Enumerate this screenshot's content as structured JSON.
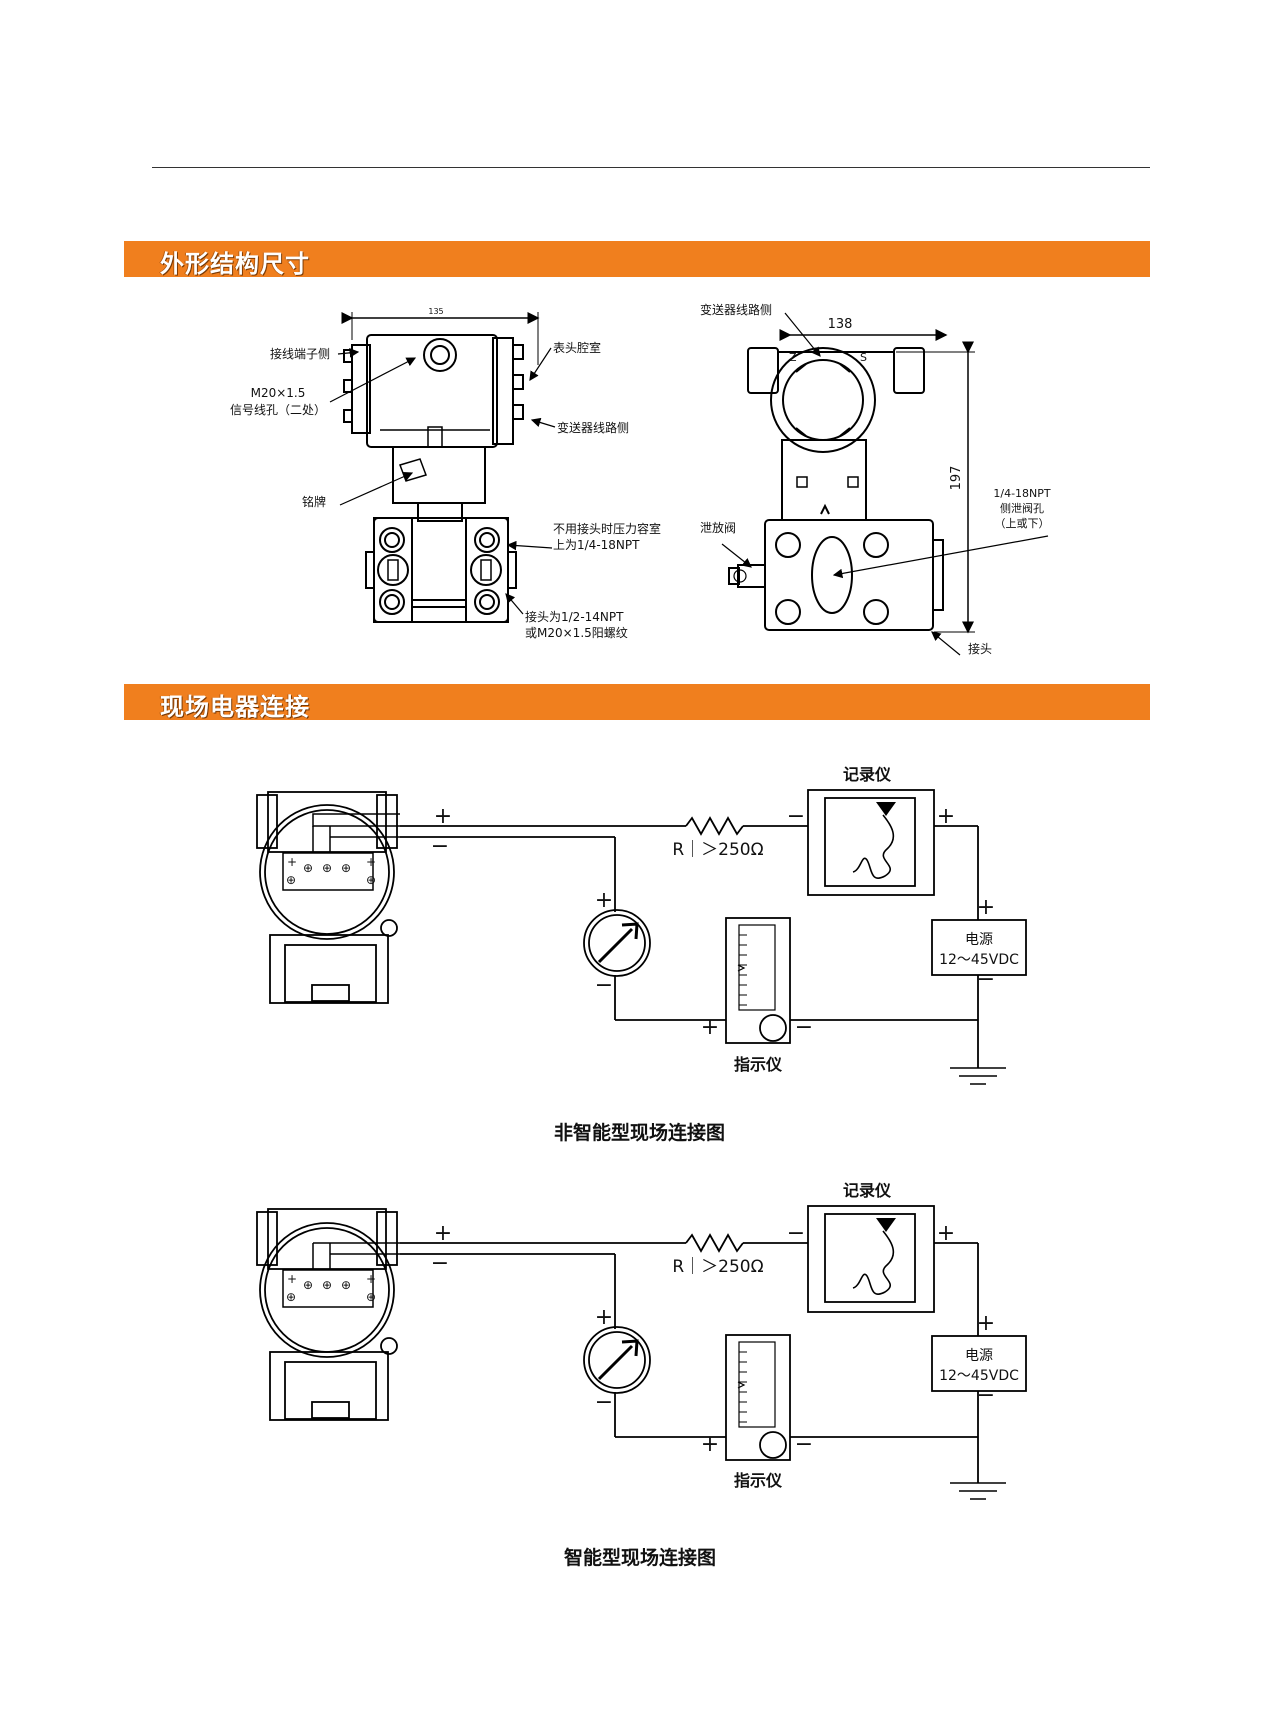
{
  "sections": {
    "dimensions_title": "外形结构尺寸",
    "wiring_title": "现场电器连接"
  },
  "dim_left": {
    "top_dim": "135",
    "terminal_side": "接线端子侧",
    "m20_line1": "M20×1.5",
    "m20_line2": "信号线孔（二处）",
    "meter_chamber": "表头腔室",
    "circuit_side": "变送器线路侧",
    "nameplate": "铭牌",
    "pressure_note1": "不用接头时压力容室",
    "pressure_note2": "上为1/4-18NPT",
    "fitting_note1": "接头为1/2-14NPT",
    "fitting_note2": "或M20×1.5阳螺纹"
  },
  "dim_right": {
    "circuit_side": "变送器线路侧",
    "width_dim": "138",
    "height_dim": "197",
    "z_mark": "Z",
    "s_mark": "S",
    "vent_valve": "泄放阀",
    "drain_line1": "1/4-18NPT",
    "drain_line2": "侧泄阀孔",
    "drain_line3": "（上或下）",
    "fitting": "接头"
  },
  "wiring": {
    "plus": "+",
    "minus": "−",
    "recorder": "记录仪",
    "resistor": "R｜＞250Ω",
    "power_line1": "电源",
    "power_line2": "12～45VDC",
    "indicator": "指示仪",
    "caption_non_smart": "非智能型现场连接图",
    "caption_smart": "智能型现场连接图"
  }
}
